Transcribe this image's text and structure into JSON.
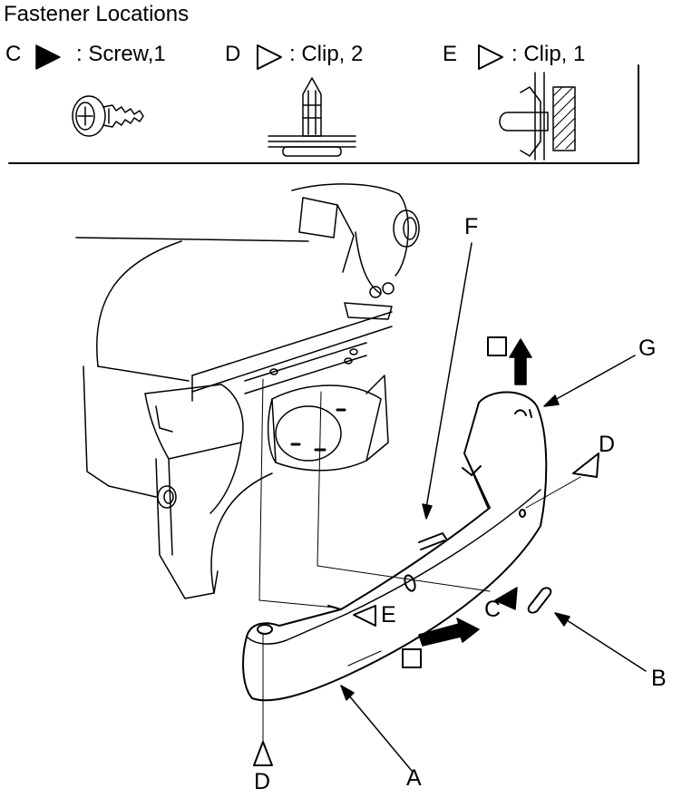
{
  "header": {
    "title": "Fastener Locations"
  },
  "legend": [
    {
      "letter": "C",
      "text": ": Screw,1",
      "symbol": "filled-triangle-icon"
    },
    {
      "letter": "D",
      "text": ": Clip, 2",
      "symbol": "outline-triangle-icon"
    },
    {
      "letter": "E",
      "text": ": Clip, 1",
      "symbol": "outline-triangle-icon"
    }
  ],
  "callouts": {
    "A": "A",
    "B": "B",
    "C": "C",
    "D_top": "D",
    "D_bottom": "D",
    "E": "E",
    "F": "F",
    "G": "G"
  },
  "colors": {
    "ink": "#000000",
    "background": "#ffffff"
  }
}
